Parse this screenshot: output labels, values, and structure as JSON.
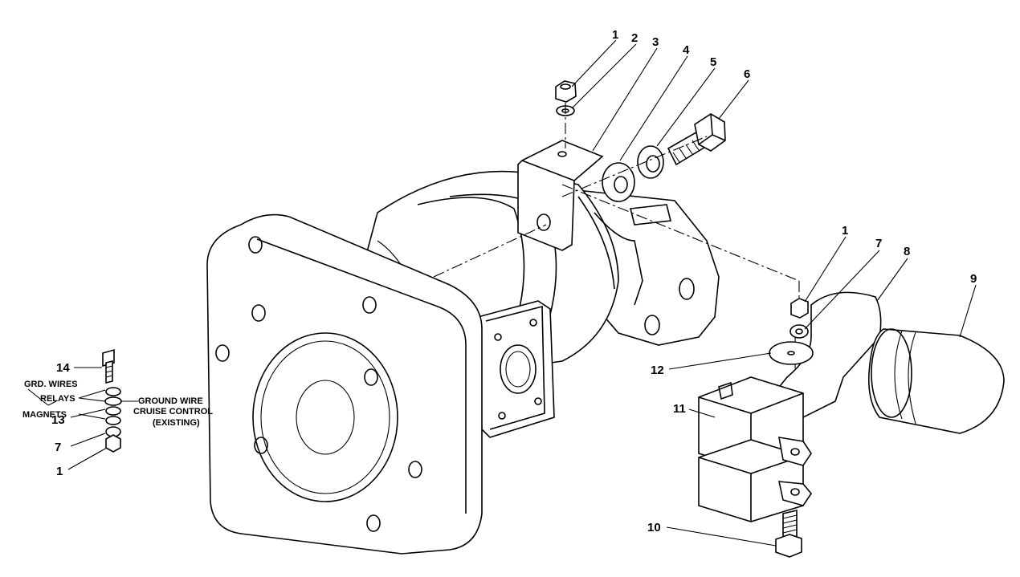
{
  "callouts": {
    "c1a": "1",
    "c2": "2",
    "c3": "3",
    "c4": "4",
    "c5": "5",
    "c6": "6",
    "c1b": "1",
    "c7a": "7",
    "c8": "8",
    "c9": "9",
    "c12": "12",
    "c11": "11",
    "c10": "10",
    "c14": "14",
    "c13": "13",
    "c7b": "7",
    "c1c": "1"
  },
  "notes": {
    "grd_wires": "GRD. WIRES",
    "relays": "RELAYS",
    "magnets": "MAGNETS",
    "ground_wire": "GROUND WIRE",
    "cruise_control": "CRUISE CONTROL",
    "existing": "(EXISTING)"
  }
}
